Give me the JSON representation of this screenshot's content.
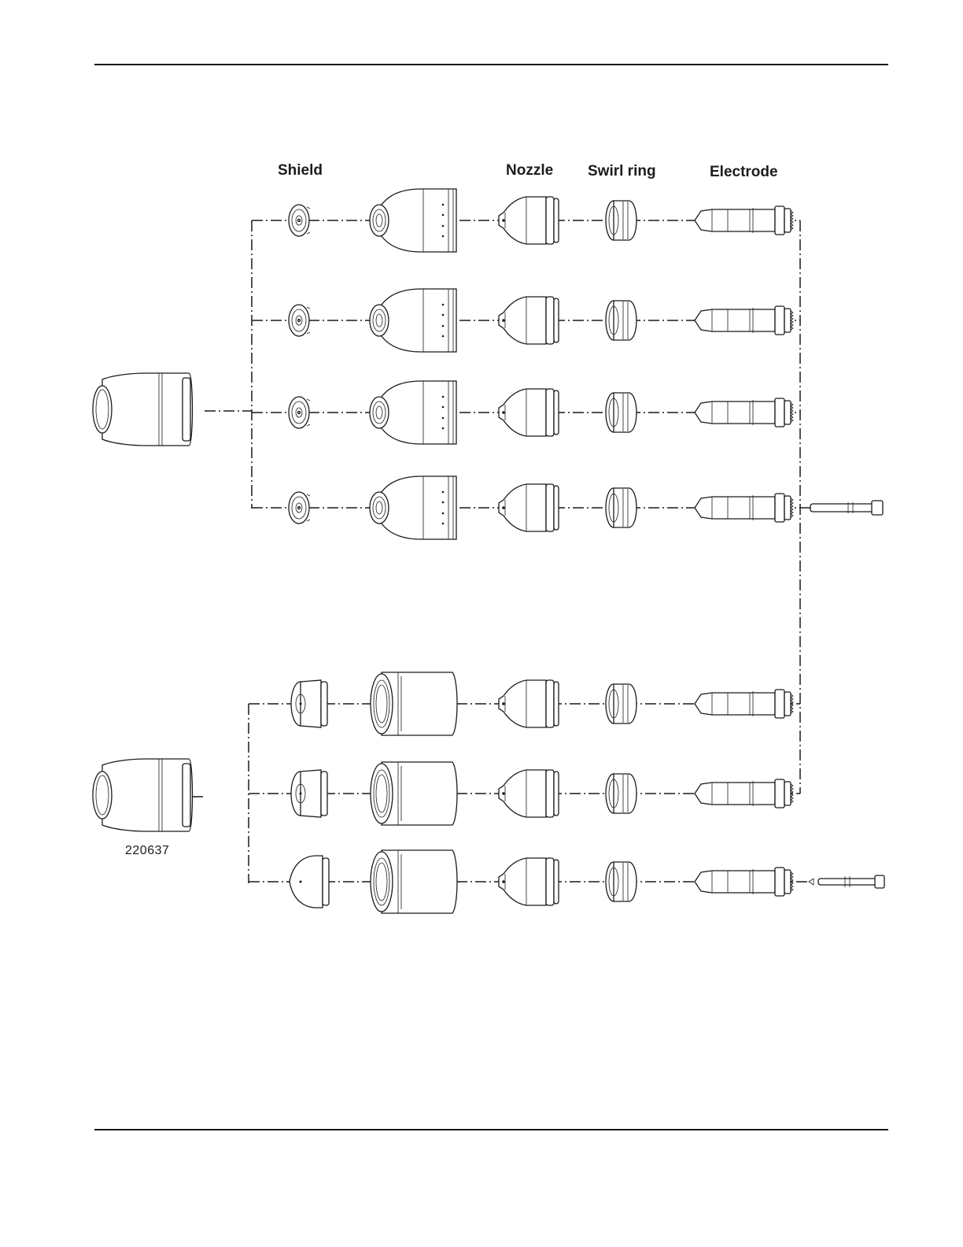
{
  "headers": {
    "shield": "Shield",
    "nozzle": "Nozzle",
    "swirl_ring": "Swirl ring",
    "electrode": "Electrode"
  },
  "retaining_caps": [
    {
      "part_number": ""
    },
    {
      "part_number": "220637"
    }
  ],
  "colors": {
    "line": "#1a1a1a",
    "background": "#ffffff"
  }
}
